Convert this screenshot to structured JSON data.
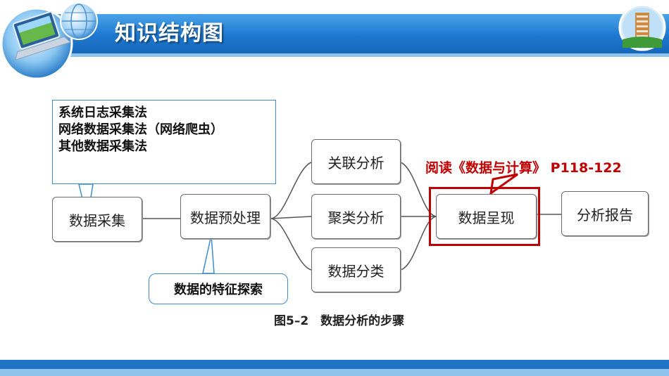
{
  "header": {
    "title": "知识结构图"
  },
  "diagram": {
    "nodes": {
      "collect": "数据采集",
      "preprocess": "数据预处理",
      "association": "关联分析",
      "clustering": "聚类分析",
      "classification": "数据分类",
      "presentation": "数据呈现",
      "report": "分析报告"
    },
    "callout_collect": {
      "lines": [
        "系统日志采集法",
        "网络数据采集法（网络爬虫）",
        "其他数据采集法"
      ]
    },
    "callout_preprocess": "数据的特征探索",
    "reading_note": "阅读《数据与计算》 P118-122",
    "caption": "图5–2　数据分析的步骤"
  },
  "colors": {
    "title_bar": "#1e78cf",
    "callout_border": "#3d8ccf",
    "highlight_red": "#c00000"
  },
  "icons": [
    "laptop-globe-logo",
    "building-logo"
  ]
}
